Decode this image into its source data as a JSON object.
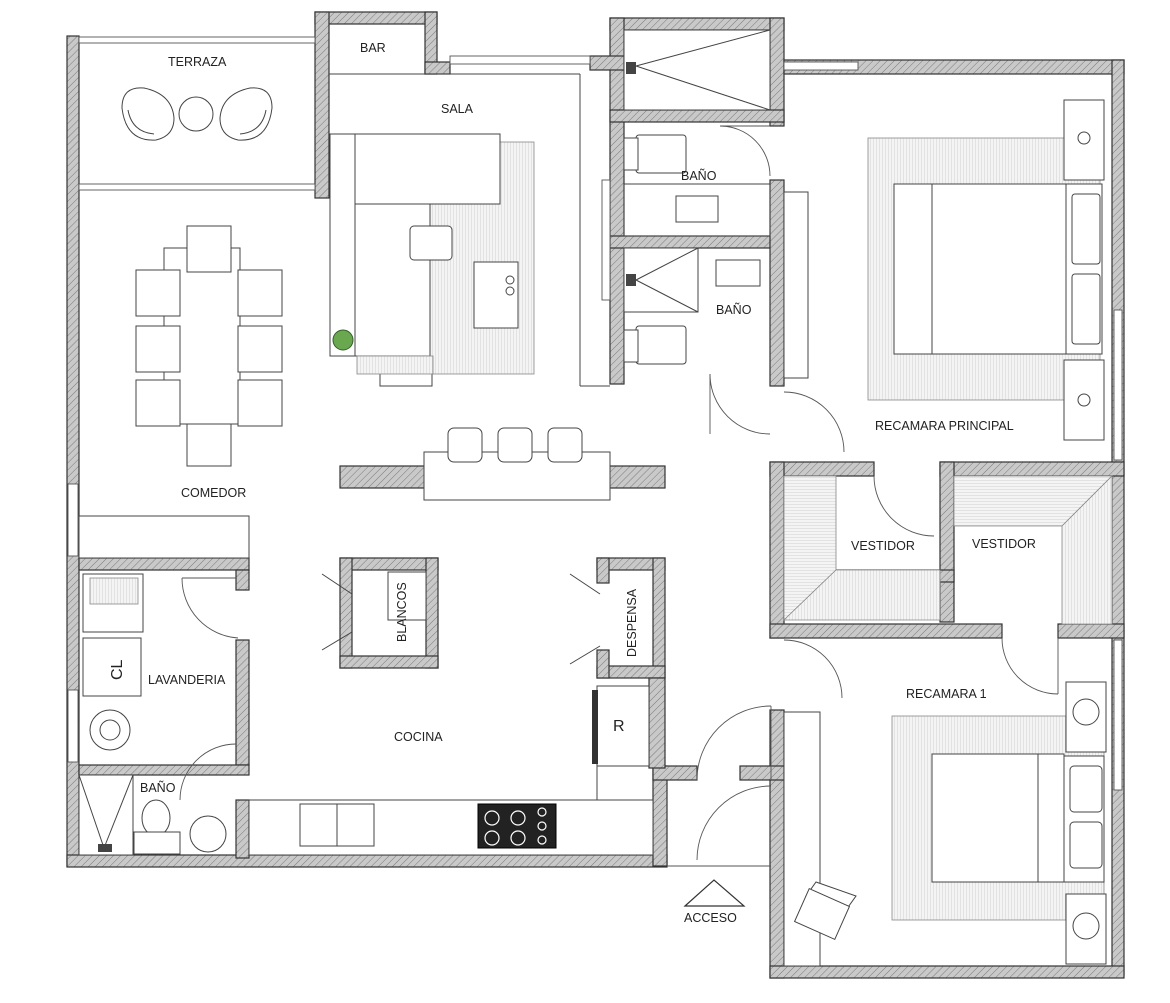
{
  "rooms": {
    "terraza": "TERRAZA",
    "bar": "BAR",
    "sala": "SALA",
    "bano_top": "BAÑO",
    "bano_mid": "BAÑO",
    "recamara_principal": "RECAMARA PRINCIPAL",
    "comedor": "COMEDOR",
    "vestidor_1": "VESTIDOR",
    "vestidor_2": "VESTIDOR",
    "blancos": "BLANCOS",
    "despensa": "DESPENSA",
    "lavanderia": "LAVANDERIA",
    "cl": "CL",
    "recamara_1": "RECAMARA 1",
    "cocina": "COCINA",
    "refrigerador": "R",
    "bano_lav": "BAÑO",
    "acceso": "ACCESO"
  }
}
